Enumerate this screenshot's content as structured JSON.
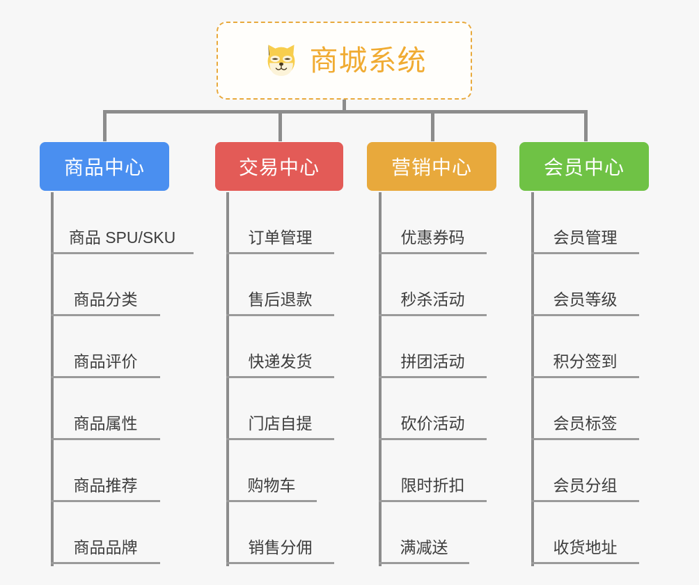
{
  "diagram": {
    "background_color": "#f7f7f7",
    "connector_color": "#8c8c8c",
    "root": {
      "title": "商城系统",
      "icon": "shiba-dog-icon",
      "text_color": "#f0ab32",
      "border_color": "#e8a93c",
      "background_color": "#fffefb"
    },
    "branches": [
      {
        "label": "商品中心",
        "color": "#4a8ff0",
        "items": [
          "商品 SPU/SKU",
          "商品分类",
          "商品评价",
          "商品属性",
          "商品推荐",
          "商品品牌"
        ]
      },
      {
        "label": "交易中心",
        "color": "#e35b57",
        "items": [
          "订单管理",
          "售后退款",
          "快递发货",
          "门店自提",
          "购物车",
          "销售分佣"
        ]
      },
      {
        "label": "营销中心",
        "color": "#e8a93c",
        "items": [
          "优惠券码",
          "秒杀活动",
          "拼团活动",
          "砍价活动",
          "限时折扣",
          "满减送"
        ]
      },
      {
        "label": "会员中心",
        "color": "#6fc245",
        "items": [
          "会员管理",
          "会员等级",
          "积分签到",
          "会员标签",
          "会员分组",
          "收货地址"
        ]
      }
    ]
  }
}
